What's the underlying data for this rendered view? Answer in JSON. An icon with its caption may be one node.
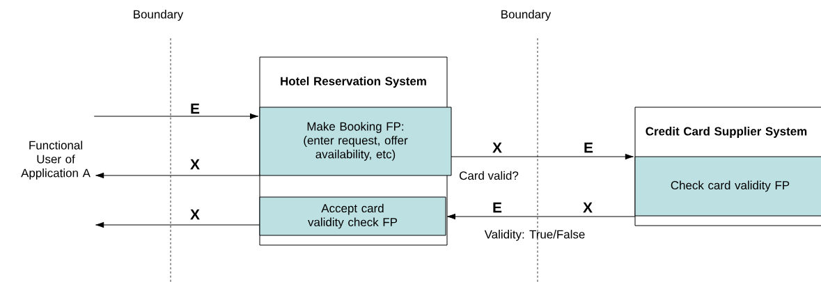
{
  "diagram": {
    "nodes": [
      {
        "text": [
          "Functional User of Application A"
        ]
      },
      {
        "text": [
          "Hotel Reservation System"
        ]
      },
      {
        "text": [
          "Make Booking FP: (enter request, offer availability, etc)"
        ],
        "in": 1
      },
      {
        "text": [
          "Accept card validity check FP"
        ],
        "in": 1
      },
      {
        "text": [
          "Credit Card Supplier System"
        ]
      },
      {
        "text": [
          "Check card validity FP"
        ],
        "in": 4
      }
    ],
    "edges": [
      {
        "from": 0,
        "to": 2,
        "arrow": "to",
        "label": "E"
      },
      {
        "from": 2,
        "to": 0,
        "arrow": "to",
        "label": "X"
      },
      {
        "from": 3,
        "to": 0,
        "arrow": "to",
        "label": "X"
      },
      {
        "from": 2,
        "to": 4,
        "arrow": "to",
        "label": "Card valid?"
      },
      {
        "from": 5,
        "to": 3,
        "arrow": "to",
        "label": "Validity: True/False"
      }
    ],
    "labels": [
      "Boundary",
      "Boundary",
      "X",
      "E",
      "E",
      "X"
    ]
  }
}
